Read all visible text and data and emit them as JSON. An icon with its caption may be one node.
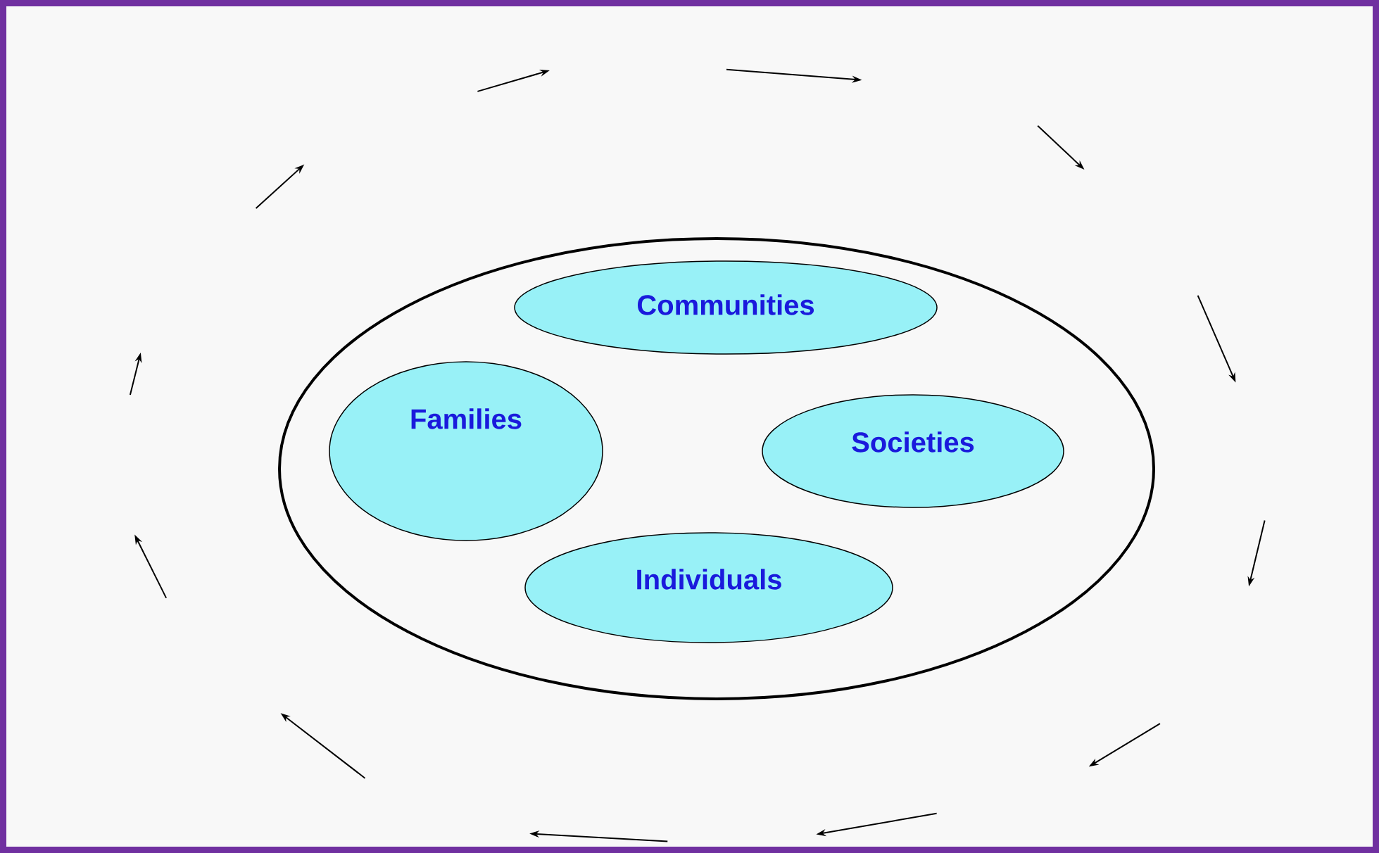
{
  "diagram": {
    "nodes": [
      {
        "text": [],
        "shape": "ellipse"
      },
      {
        "text": [
          "Communities"
        ],
        "in": 0
      },
      {
        "text": [
          "Families"
        ],
        "in": 0
      },
      {
        "text": [
          "Societies"
        ],
        "in": 0
      },
      {
        "text": [
          "Individuals"
        ],
        "in": 0
      }
    ]
  }
}
